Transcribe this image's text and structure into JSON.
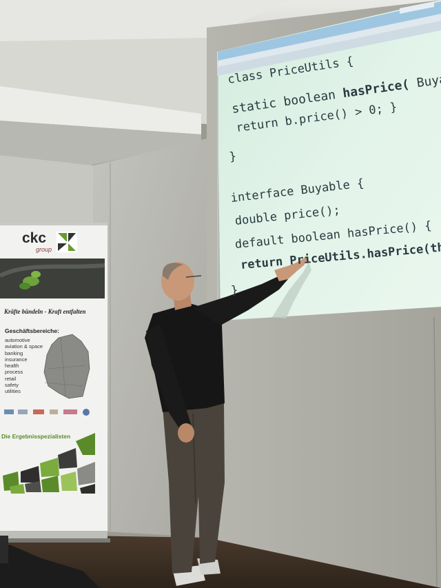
{
  "code": {
    "lines": [
      {
        "pre": "class PriceUtils {",
        "bold": "",
        "post": ""
      },
      {
        "pre": "static boolean ",
        "bold": "hasPrice(",
        "post": " Buyable"
      },
      {
        "pre": "return b.price() > 0; }",
        "bold": "",
        "post": ""
      },
      {
        "pre": "}",
        "bold": "",
        "post": ""
      },
      {
        "pre": "interface Buyable {",
        "bold": "",
        "post": ""
      },
      {
        "pre": "double price();",
        "bold": "",
        "post": ""
      },
      {
        "pre": "default boolean hasPrice() {",
        "bold": "",
        "post": ""
      },
      {
        "pre": "",
        "bold": "return PriceUtils.hasPrice(this",
        "post": ""
      },
      {
        "pre": "}",
        "bold": "",
        "post": ""
      }
    ]
  },
  "banner": {
    "logo": "ckc",
    "logo_sub": "group",
    "tagline": "Kräfte bündeln - Kraft entfalten",
    "sectors_title": "Geschäftsbereiche:",
    "sectors": [
      "automotive",
      "aviation & space",
      "banking",
      "insurance",
      "health",
      "process",
      "retail",
      "safety",
      "utilities"
    ],
    "slogan": "Die Ergebnisspezialisten"
  },
  "colors": {
    "screen": "#dff1e6",
    "banner_green": "#5a8a2a",
    "shirt": "#161616",
    "trousers": "#4a433c"
  }
}
